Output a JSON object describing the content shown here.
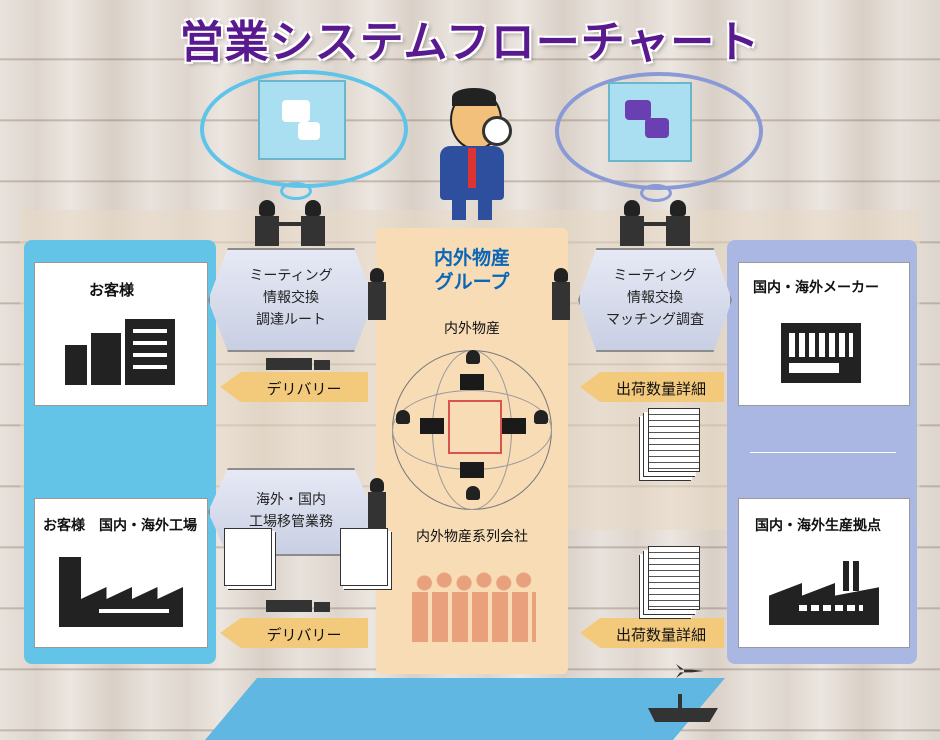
{
  "title": "営業システムフローチャート",
  "left": {
    "customer_label": "お客様",
    "factory_label": "お客様　国内・海外工場"
  },
  "right": {
    "maker_label": "国内・海外メーカー",
    "production_label": "国内・海外生産拠点"
  },
  "center": {
    "group_title_line1": "内外物産",
    "group_title_line2": "グループ",
    "company_label": "内外物産",
    "affiliates_label": "内外物産系列会社"
  },
  "arrows": {
    "meeting_left": [
      "ミーティング",
      "情報交換",
      "調達ルート"
    ],
    "meeting_right": [
      "ミーティング",
      "情報交換",
      "マッチング調査"
    ],
    "overseas_left": [
      "海外・国内",
      "工場移管業務"
    ],
    "delivery_top": "デリバリー",
    "delivery_bottom": "デリバリー",
    "shipment_top": "出荷数量詳細",
    "shipment_bottom": "出荷数量詳細"
  },
  "colors": {
    "title": "#5a1a8f",
    "left_panel": "#63c4e8",
    "right_panel": "#aab7e3",
    "center_panel": "#f7dcb6",
    "arrow_orange": "#f3c97c",
    "group_title": "#0b66b8"
  },
  "icons": [
    "building-icon",
    "factory-icon",
    "maker-building-icon",
    "production-factory-icon",
    "truck-icon",
    "document-icon",
    "globe-network-icon",
    "crowd-icon",
    "businessman-icon",
    "puzzle-icon",
    "airplane-icon",
    "ship-icon"
  ]
}
